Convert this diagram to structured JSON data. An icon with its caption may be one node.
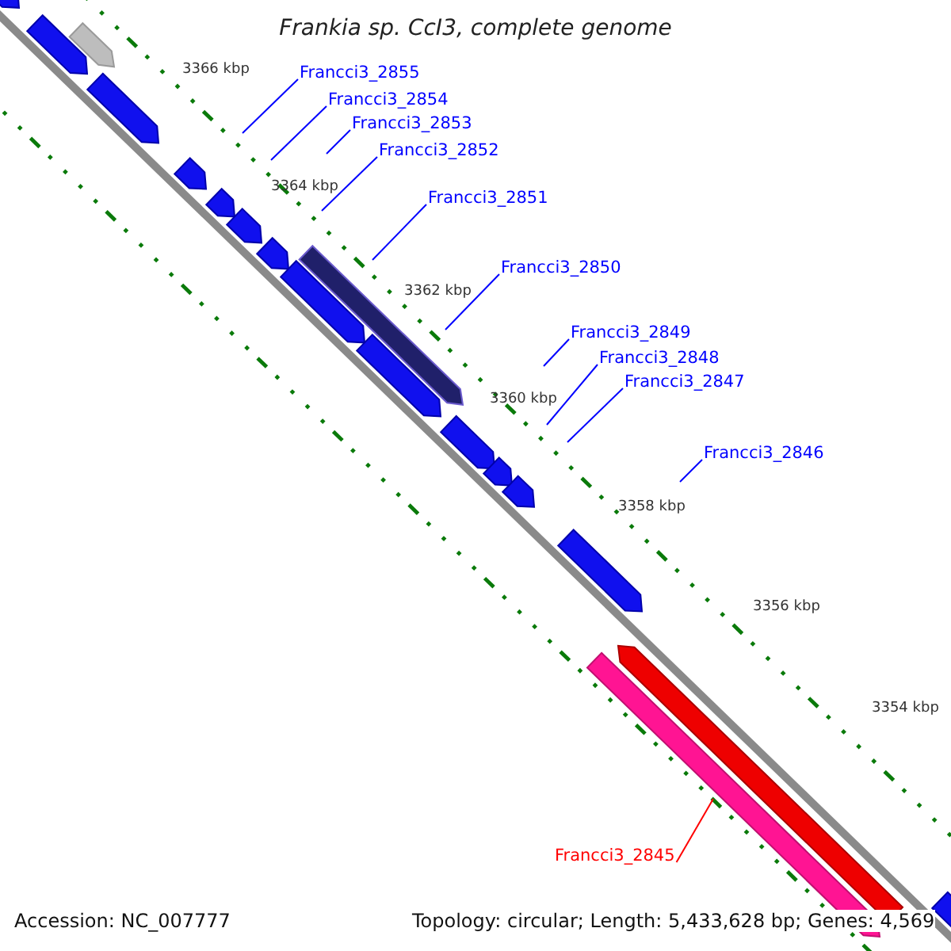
{
  "diagram": {
    "title": "Frankia sp. CcI3, complete genome",
    "nodes": [
      {
        "text": [
          "Francci3_2855"
        ]
      },
      {
        "text": [
          "Francci3_2854"
        ]
      },
      {
        "text": [
          "Francci3_2853"
        ]
      },
      {
        "text": [
          "Francci3_2852"
        ]
      },
      {
        "text": [
          "Francci3_2851"
        ]
      },
      {
        "text": [
          "Francci3_2850"
        ]
      },
      {
        "text": [
          "Francci3_2849"
        ]
      },
      {
        "text": [
          "Francci3_2848"
        ]
      },
      {
        "text": [
          "Francci3_2847"
        ]
      },
      {
        "text": [
          "Francci3_2846"
        ]
      },
      {
        "text": [
          "Francci3_2845"
        ]
      }
    ],
    "edges": [
      {
        "from": 0,
        "to": null,
        "arrow": "none"
      },
      {
        "from": 1,
        "to": null,
        "arrow": "none"
      },
      {
        "from": 2,
        "to": null,
        "arrow": "none"
      },
      {
        "from": 3,
        "to": null,
        "arrow": "none"
      },
      {
        "from": 4,
        "to": null,
        "arrow": "none"
      },
      {
        "from": 5,
        "to": null,
        "arrow": "none"
      },
      {
        "from": 6,
        "to": null,
        "arrow": "none"
      },
      {
        "from": 7,
        "to": null,
        "arrow": "none"
      },
      {
        "from": 8,
        "to": null,
        "arrow": "none"
      },
      {
        "from": 9,
        "to": null,
        "arrow": "none"
      },
      {
        "from": 10,
        "to": null,
        "arrow": "none",
        "color": "#ff0000"
      }
    ],
    "labels": [
      "3366 kbp",
      "3364 kbp",
      "3362 kbp",
      "3360 kbp",
      "3358 kbp",
      "3356 kbp",
      "3354 kbp",
      "Accession: NC_007777",
      "Topology: circular; Length: 5,433,628 bp; Genes: 4,569"
    ]
  }
}
